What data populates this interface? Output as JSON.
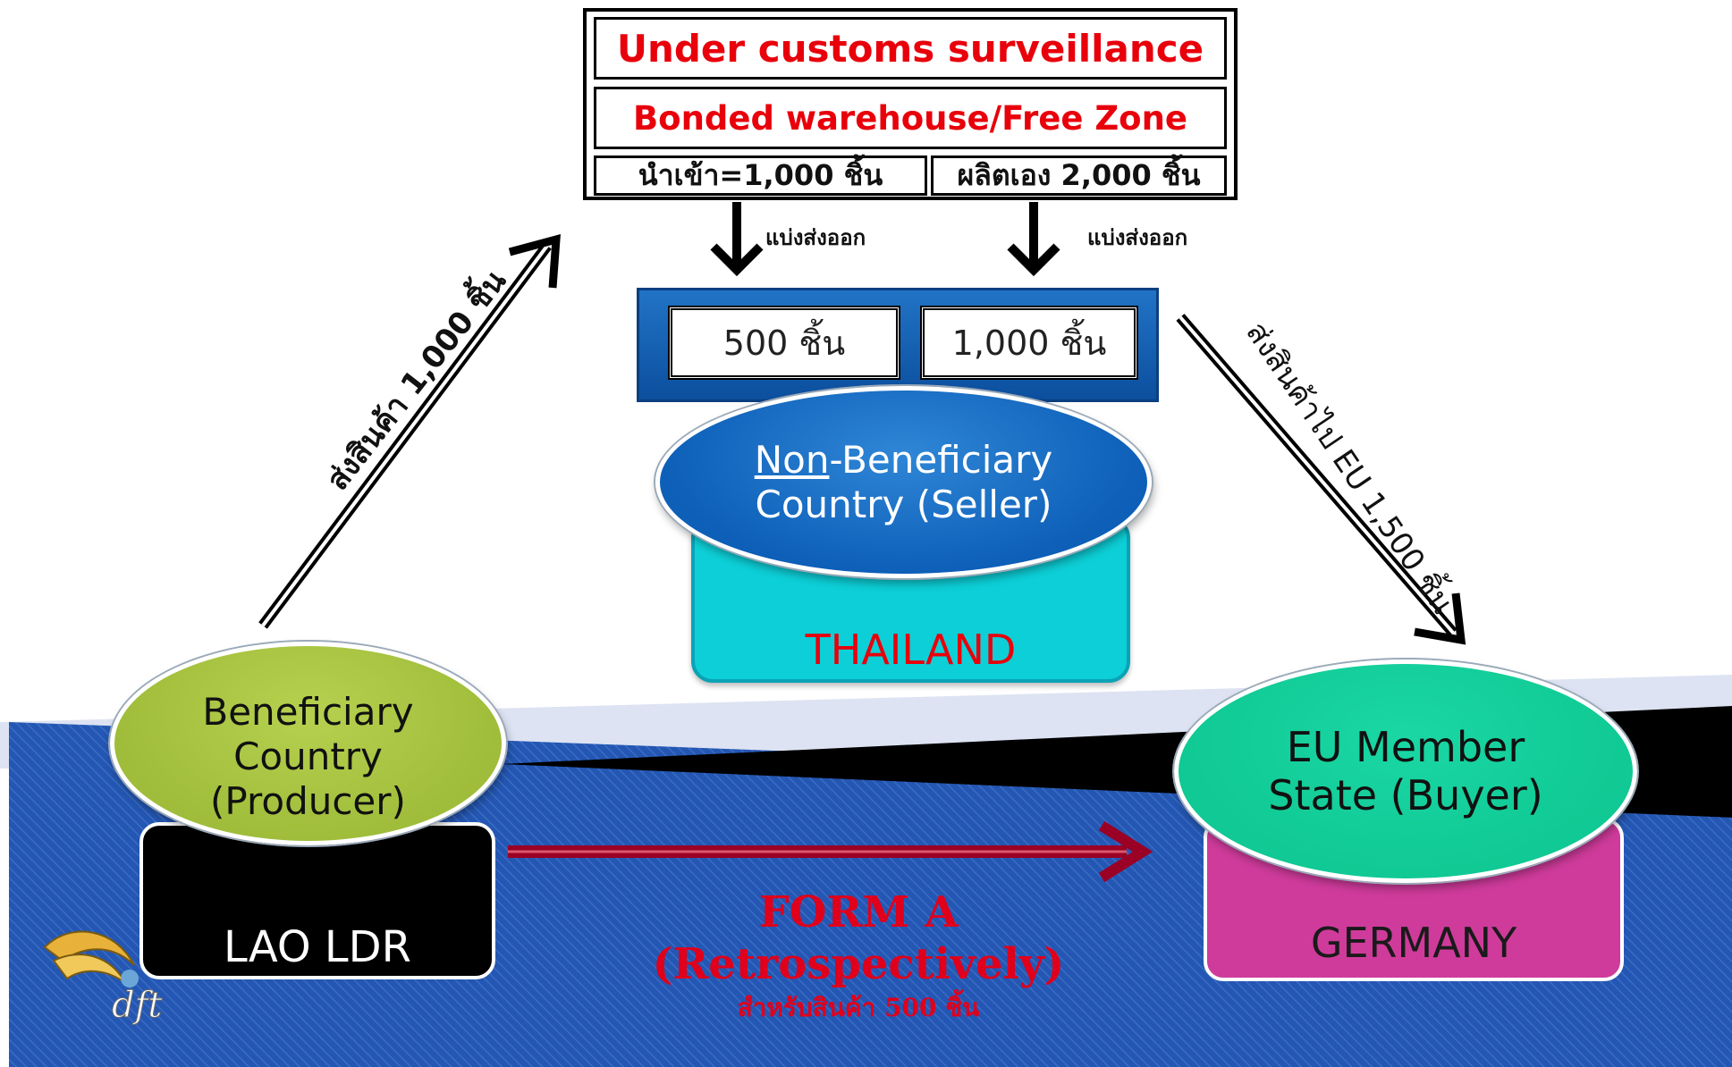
{
  "customs": {
    "title": "Under customs surveillance",
    "zone": "Bonded warehouse/Free Zone",
    "import_cell": "นำเข้า=1,000 ชิ้น",
    "produce_cell": "ผลิตเอง 2,000 ชิ้น"
  },
  "split": {
    "left_label": "แบ่งส่งออก",
    "right_label": "แบ่งส่งออก"
  },
  "quantities": {
    "left": "500 ชิ้น",
    "right": "1,000 ชิ้น"
  },
  "seller": {
    "label_line1_underlined": "Non",
    "label_line1_rest": "-Beneficiary",
    "label_line2": "Country (Seller)",
    "country": "THAILAND"
  },
  "producer": {
    "line1": "Beneficiary",
    "line2": "Country",
    "line3": "(Producer)",
    "country": "LAO LDR"
  },
  "buyer": {
    "line1": "EU Member",
    "line2": "State (Buyer)",
    "country": "GERMANY"
  },
  "flows": {
    "producer_to_seller": "ส่งสินค้า 1,000 ชิ้น",
    "seller_to_buyer": "ส่งสินค้าไป EU 1,500 ชิ้น"
  },
  "form_a": {
    "title": "FORM A",
    "subtitle": "(Retrospectively)",
    "note": "สำหรับสินค้า 500 ชิ้น"
  },
  "logo": {
    "text": "dft",
    "icon": "dft-bird-logo-icon"
  },
  "colors": {
    "accent_red": "#e8000b",
    "panel_blue": "#1565c0",
    "seller_blue": "#0d5fb8",
    "thailand_cyan": "#0dcfd7",
    "producer_green": "#a4c33c",
    "buyer_green": "#12cc98",
    "germany_pink": "#cf3b9b",
    "background_blue": "#1f4fa8",
    "form_arrow": "#9b0025"
  }
}
